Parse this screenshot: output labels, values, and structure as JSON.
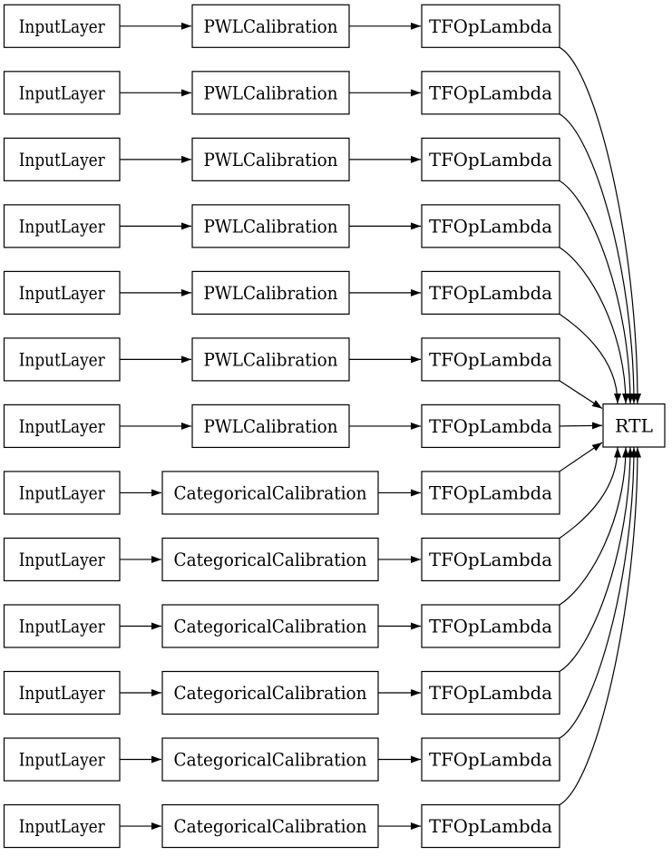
{
  "colors": {
    "background": "#ffffff",
    "box_fill": "#ffffff",
    "box_border": "#000000",
    "edge": "#000000",
    "text": "#000000"
  },
  "graph": {
    "output_node": {
      "id": "rtl",
      "label": "RTL"
    },
    "rows": [
      {
        "input": "InputLayer",
        "calibration": "PWLCalibration",
        "lambda": "TFOpLambda"
      },
      {
        "input": "InputLayer",
        "calibration": "PWLCalibration",
        "lambda": "TFOpLambda"
      },
      {
        "input": "InputLayer",
        "calibration": "PWLCalibration",
        "lambda": "TFOpLambda"
      },
      {
        "input": "InputLayer",
        "calibration": "PWLCalibration",
        "lambda": "TFOpLambda"
      },
      {
        "input": "InputLayer",
        "calibration": "PWLCalibration",
        "lambda": "TFOpLambda"
      },
      {
        "input": "InputLayer",
        "calibration": "PWLCalibration",
        "lambda": "TFOpLambda"
      },
      {
        "input": "InputLayer",
        "calibration": "PWLCalibration",
        "lambda": "TFOpLambda"
      },
      {
        "input": "InputLayer",
        "calibration": "CategoricalCalibration",
        "lambda": "TFOpLambda"
      },
      {
        "input": "InputLayer",
        "calibration": "CategoricalCalibration",
        "lambda": "TFOpLambda"
      },
      {
        "input": "InputLayer",
        "calibration": "CategoricalCalibration",
        "lambda": "TFOpLambda"
      },
      {
        "input": "InputLayer",
        "calibration": "CategoricalCalibration",
        "lambda": "TFOpLambda"
      },
      {
        "input": "InputLayer",
        "calibration": "CategoricalCalibration",
        "lambda": "TFOpLambda"
      },
      {
        "input": "InputLayer",
        "calibration": "CategoricalCalibration",
        "lambda": "TFOpLambda"
      }
    ],
    "edges": [
      [
        "in0",
        "cal0"
      ],
      [
        "cal0",
        "lam0"
      ],
      [
        "lam0",
        "rtl"
      ],
      [
        "in1",
        "cal1"
      ],
      [
        "cal1",
        "lam1"
      ],
      [
        "lam1",
        "rtl"
      ],
      [
        "in2",
        "cal2"
      ],
      [
        "cal2",
        "lam2"
      ],
      [
        "lam2",
        "rtl"
      ],
      [
        "in3",
        "cal3"
      ],
      [
        "cal3",
        "lam3"
      ],
      [
        "lam3",
        "rtl"
      ],
      [
        "in4",
        "cal4"
      ],
      [
        "cal4",
        "lam4"
      ],
      [
        "lam4",
        "rtl"
      ],
      [
        "in5",
        "cal5"
      ],
      [
        "cal5",
        "lam5"
      ],
      [
        "lam5",
        "rtl"
      ],
      [
        "in6",
        "cal6"
      ],
      [
        "cal6",
        "lam6"
      ],
      [
        "lam6",
        "rtl"
      ],
      [
        "in7",
        "cal7"
      ],
      [
        "cal7",
        "lam7"
      ],
      [
        "lam7",
        "rtl"
      ],
      [
        "in8",
        "cal8"
      ],
      [
        "cal8",
        "lam8"
      ],
      [
        "lam8",
        "rtl"
      ],
      [
        "in9",
        "cal9"
      ],
      [
        "cal9",
        "lam9"
      ],
      [
        "lam9",
        "rtl"
      ],
      [
        "in10",
        "cal10"
      ],
      [
        "cal10",
        "lam10"
      ],
      [
        "lam10",
        "rtl"
      ],
      [
        "in11",
        "cal11"
      ],
      [
        "cal11",
        "lam11"
      ],
      [
        "lam11",
        "rtl"
      ],
      [
        "in12",
        "cal12"
      ],
      [
        "cal12",
        "lam12"
      ],
      [
        "lam12",
        "rtl"
      ]
    ]
  }
}
